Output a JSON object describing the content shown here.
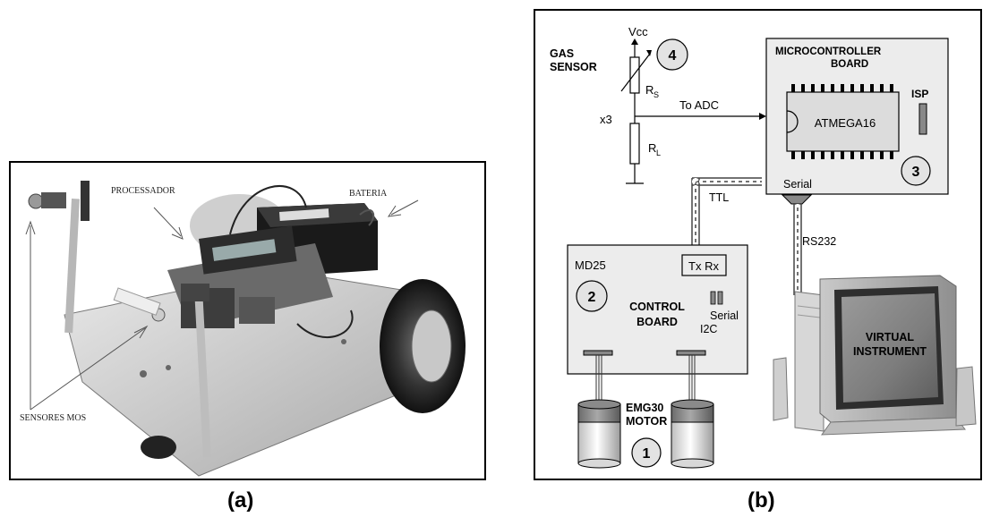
{
  "panel_a": {
    "caption": "(a)",
    "labels": {
      "processor": "PROCESSADOR",
      "battery": "BATERIA",
      "sensors": "SENSORES MOS"
    }
  },
  "panel_b": {
    "caption": "(b)",
    "sensor": {
      "vcc": "Vcc",
      "gas_sensor_line1": "GAS",
      "gas_sensor_line2": "SENSOR",
      "rs": "R",
      "rs_sub": "S",
      "rl": "R",
      "rl_sub": "L",
      "multiplier": "x3",
      "to_adc": "To ADC",
      "badge": "4"
    },
    "microcontroller": {
      "title_line1": "MICROCONTROLLER",
      "title_line2": "BOARD",
      "chip": "ATMEGA16",
      "isp": "ISP",
      "serial": "Serial",
      "badge": "3"
    },
    "links": {
      "ttl": "TTL",
      "rs232": "RS232"
    },
    "control_board": {
      "model": "MD25",
      "txrx": "Tx Rx",
      "title_line1": "CONTROL",
      "title_line2": "BOARD",
      "serial": "Serial",
      "i2c": "I2C",
      "badge": "2"
    },
    "motor": {
      "line1": "EMG30",
      "line2": "MOTOR",
      "badge": "1"
    },
    "computer": {
      "line1": "VIRTUAL",
      "line2": "INSTRUMENT"
    }
  }
}
